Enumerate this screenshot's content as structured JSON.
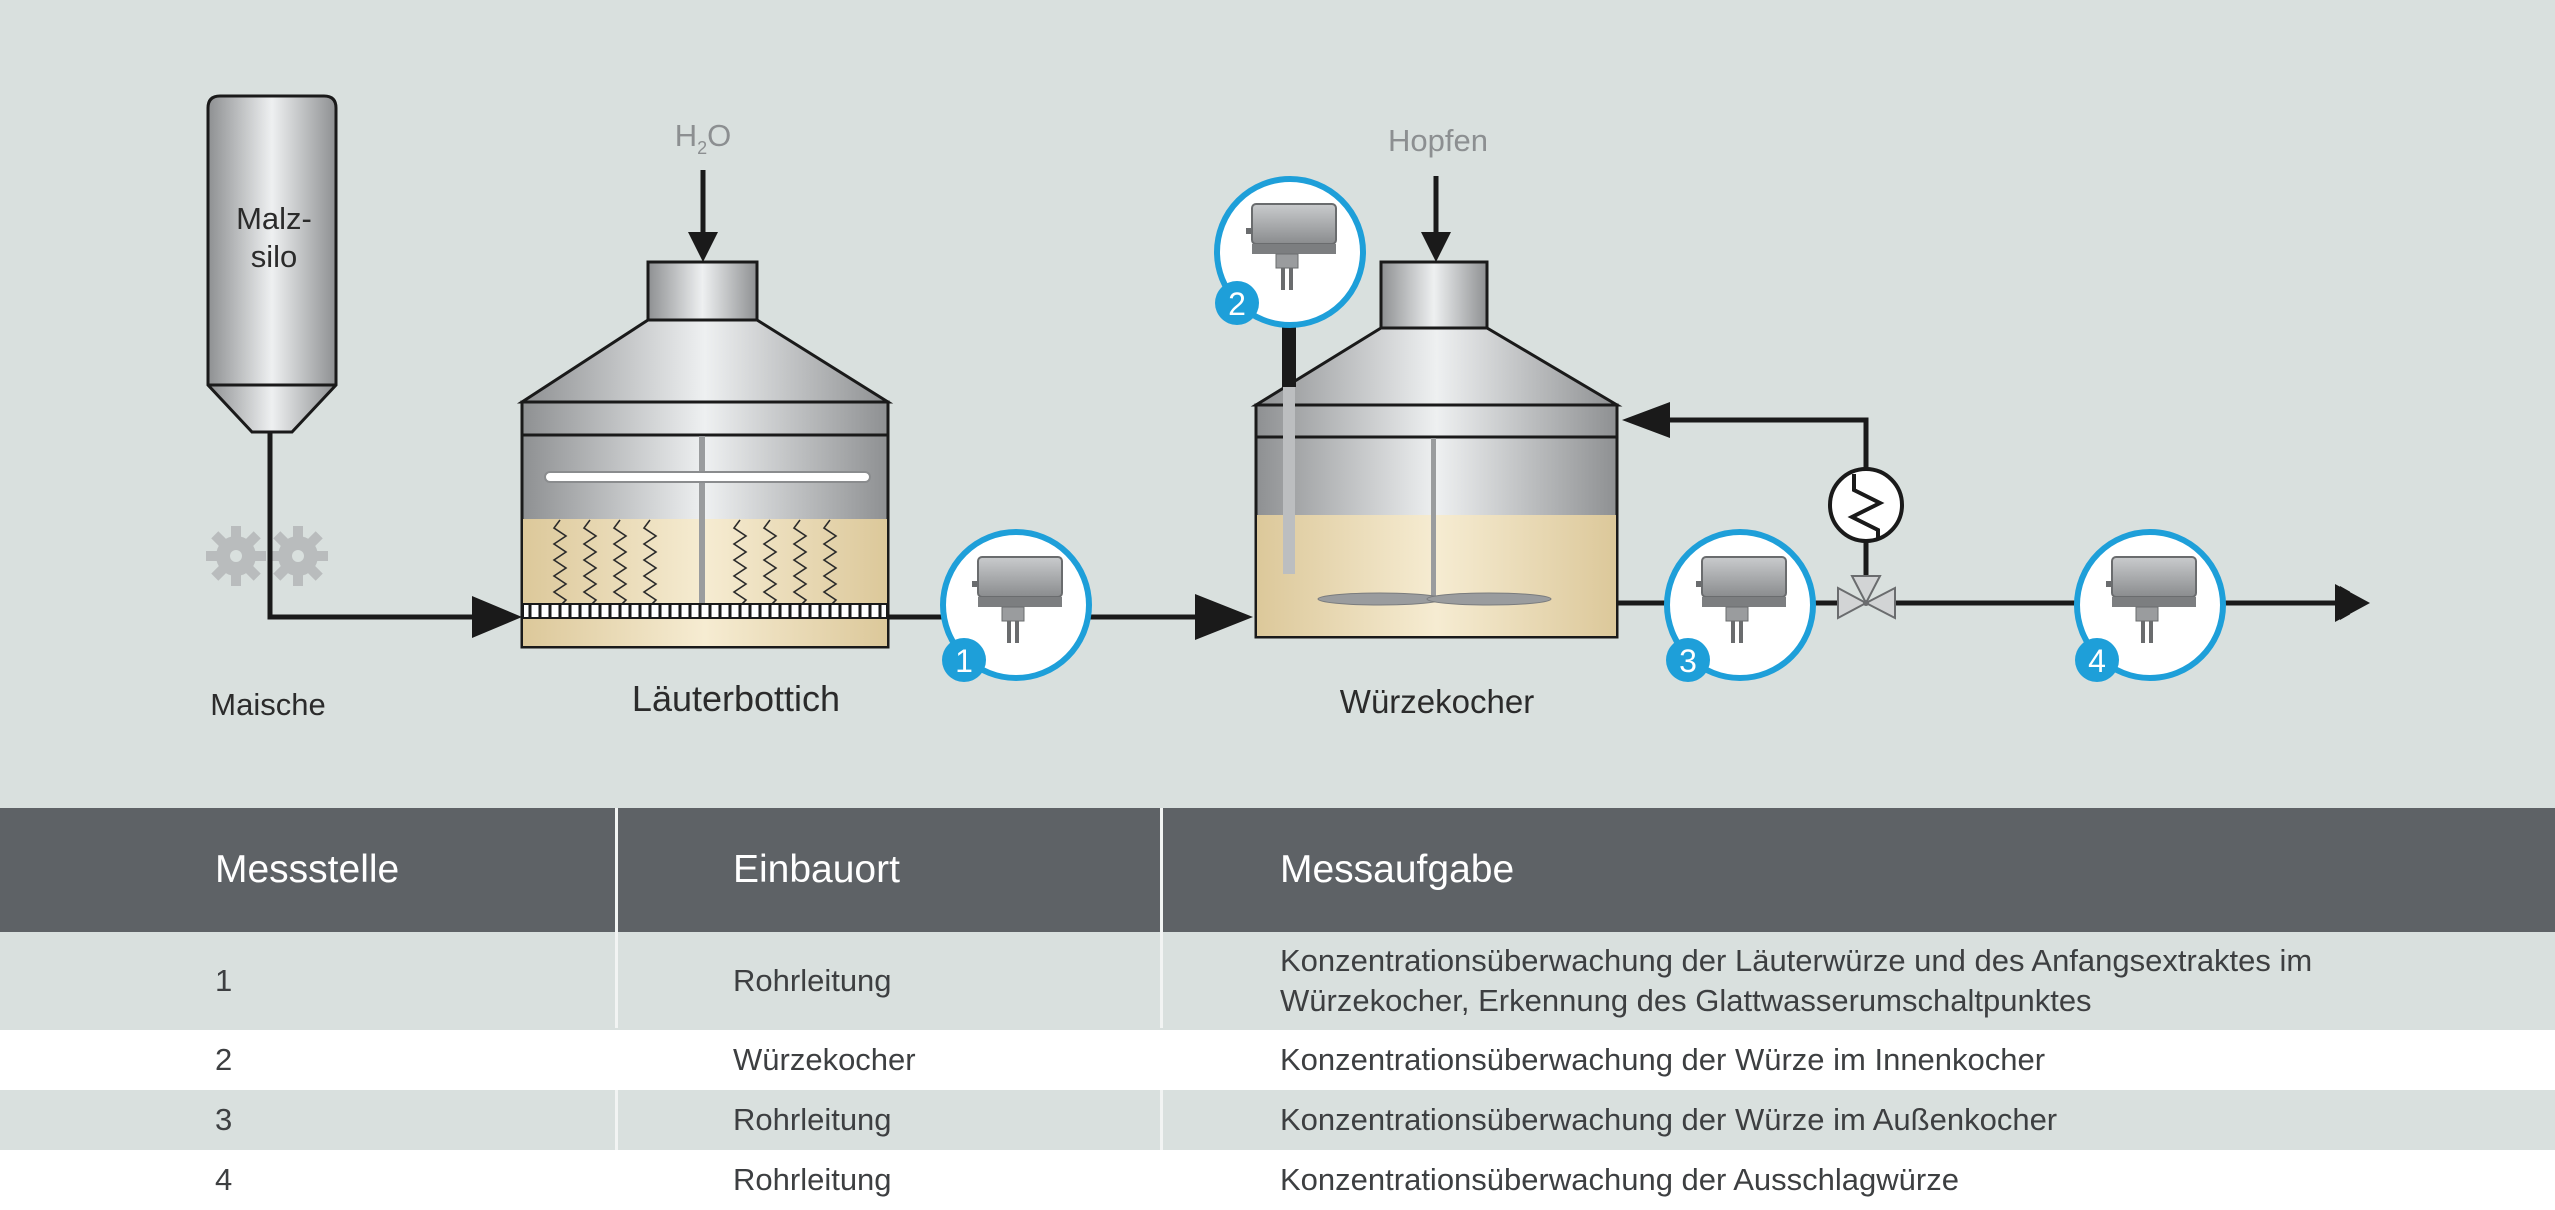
{
  "diagram": {
    "labels": {
      "malzsilo_line1": "Malz-",
      "malzsilo_line2": "silo",
      "h2o_h": "H",
      "h2o_sub": "2",
      "h2o_o": "O",
      "hopfen": "Hopfen",
      "maische": "Maische",
      "lauterbottich": "Läuterbottich",
      "wuerzekocher": "Würzekocher"
    },
    "badges": [
      "1",
      "2",
      "3",
      "4"
    ],
    "colors": {
      "background": "#d9e0de",
      "steel": "#a9abad",
      "mash": "#eadbb6",
      "pipe": "#1a1a1a",
      "badge": "#1e9fd9",
      "label_gray": "#8c8f91"
    },
    "icons": [
      "gear-icon",
      "heat-exchanger-icon",
      "three-way-valve-icon",
      "density-sensor-icon",
      "arrow-icon"
    ]
  },
  "table": {
    "headers": [
      "Messstelle",
      "Einbauort",
      "Messaufgabe"
    ],
    "rows": [
      {
        "messstelle": "1",
        "einbauort": "Rohrleitung",
        "messaufgabe": "Konzentrationsüberwachung der Läuterwürze und des Anfangsextraktes im Würzekocher, Erkennung des Glattwasserumschaltpunktes"
      },
      {
        "messstelle": "2",
        "einbauort": "Würzekocher",
        "messaufgabe": "Konzentrationsüberwachung der Würze im Innenkocher"
      },
      {
        "messstelle": "3",
        "einbauort": "Rohrleitung",
        "messaufgabe": "Konzentrationsüberwachung der Würze im Außenkocher"
      },
      {
        "messstelle": "4",
        "einbauort": "Rohrleitung",
        "messaufgabe": "Konzentrationsüberwachung der Ausschlagwürze"
      }
    ]
  }
}
